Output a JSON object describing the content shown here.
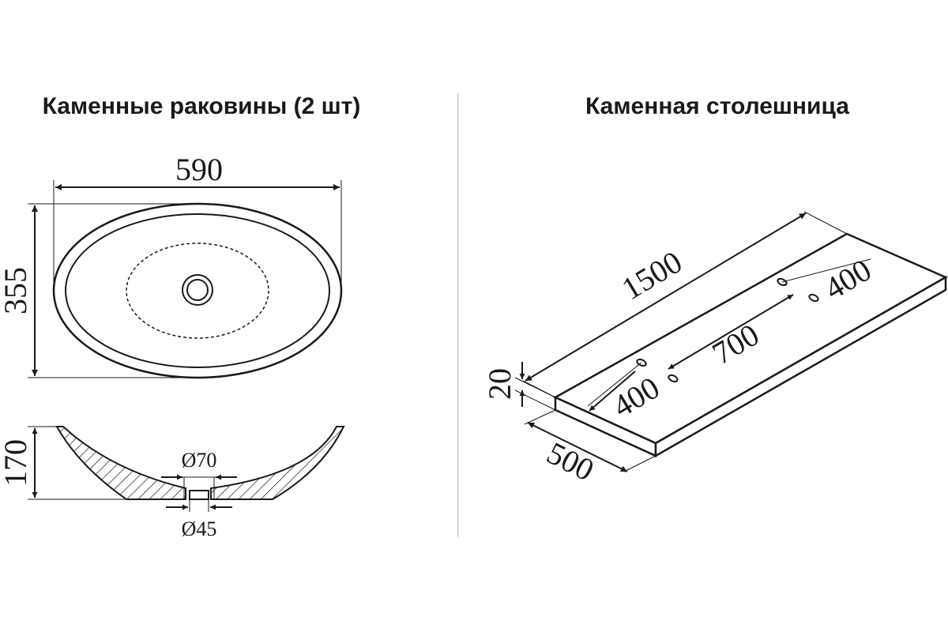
{
  "sinks": {
    "title": "Каменные раковины (2 шт)",
    "width_label": "590",
    "depth_label": "355",
    "height_label": "170",
    "outer_diameter_label": "Ø70",
    "drain_diameter_label": "Ø45"
  },
  "countertop": {
    "title": "Каменная столешница",
    "length_label": "1500",
    "width_label": "500",
    "thickness_label": "20",
    "spacing_700_label": "700",
    "spacing_left_label": "400",
    "spacing_right_label": "400"
  },
  "colors": {
    "line": "#1a1a1a",
    "divider": "#d8d8d8",
    "background": "#ffffff"
  }
}
